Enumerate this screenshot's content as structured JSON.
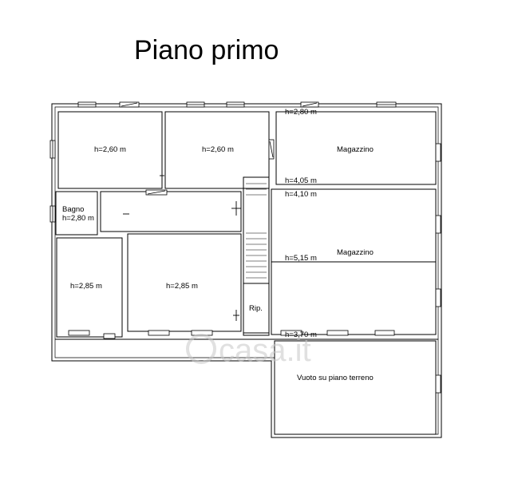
{
  "title": "Piano primo",
  "watermark": "casa.it",
  "rooms": [
    {
      "id": "room-1",
      "height": "h=2,60 m"
    },
    {
      "id": "room-2",
      "height": "h=2,60 m"
    },
    {
      "id": "bagno",
      "name": "Bagno",
      "height": "h=2,80 m"
    },
    {
      "id": "room-3",
      "height": "h=2,85 m"
    },
    {
      "id": "room-4",
      "height": "h=2,85 m"
    },
    {
      "id": "ripostiglio",
      "name": "Rip."
    },
    {
      "id": "magazzino-1",
      "name": "Magazzino",
      "height_top": "h=2,80 m",
      "height_bottom": "h=4,05 m"
    },
    {
      "id": "magazzino-2",
      "name": "Magazzino",
      "height_top": "h=4,10 m",
      "height_mid": "h=5,15 m",
      "height_bottom": "h=3,70 m"
    },
    {
      "id": "vuoto",
      "name": "Vuoto su piano terreno"
    }
  ]
}
